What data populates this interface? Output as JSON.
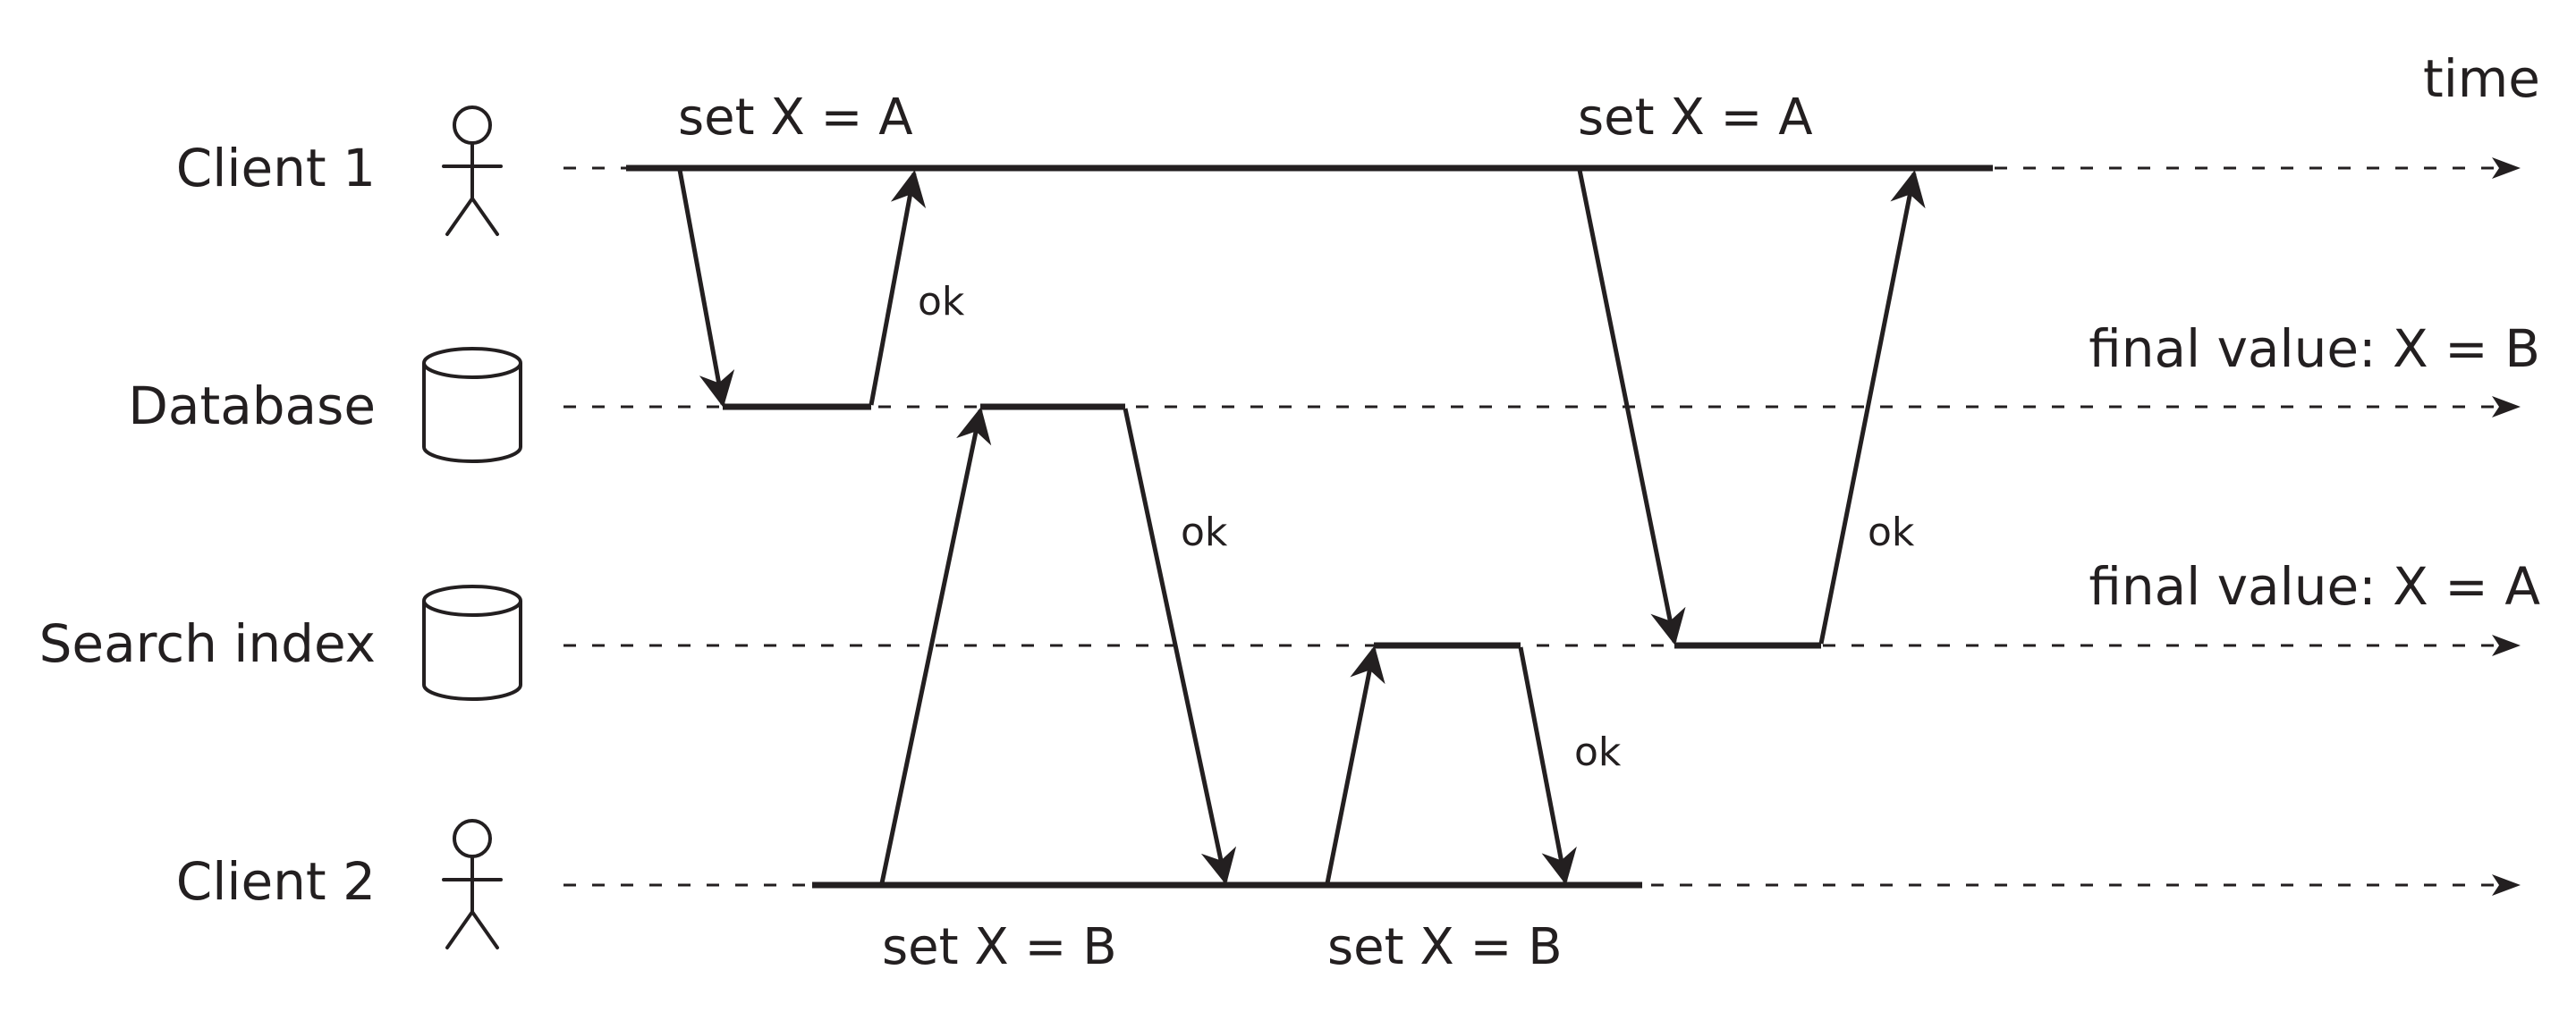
{
  "time_label": "time",
  "lanes": [
    {
      "label": "Client 1",
      "kind": "person-icon"
    },
    {
      "label": "Database",
      "kind": "database-cylinder-icon"
    },
    {
      "label": "Search index",
      "kind": "search-index-cylinder-icon"
    },
    {
      "label": "Client 2",
      "kind": "person-icon"
    }
  ],
  "operations": [
    {
      "text": "set X = A"
    },
    {
      "text": "set X = A"
    },
    {
      "text": "set X = B"
    },
    {
      "text": "set X = B"
    }
  ],
  "acks": [
    {
      "text": "ok"
    },
    {
      "text": "ok"
    },
    {
      "text": "ok"
    },
    {
      "text": "ok"
    }
  ],
  "final_values": [
    {
      "text": "final value: X = B"
    },
    {
      "text": "final value: X = A"
    }
  ]
}
